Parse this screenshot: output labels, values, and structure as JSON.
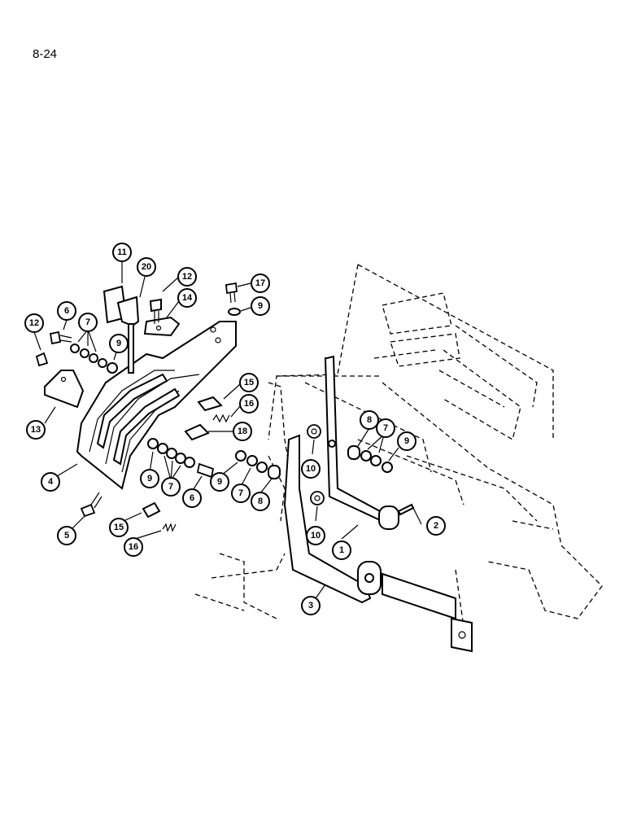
{
  "page": {
    "number": "8-24"
  },
  "callouts": [
    "1",
    "2",
    "3",
    "4",
    "5",
    "6",
    "6",
    "7",
    "7",
    "7",
    "7",
    "8",
    "8",
    "9",
    "9",
    "9",
    "9",
    "9",
    "10",
    "10",
    "11",
    "12",
    "12",
    "13",
    "14",
    "15",
    "15",
    "16",
    "16",
    "17",
    "18",
    "20"
  ]
}
